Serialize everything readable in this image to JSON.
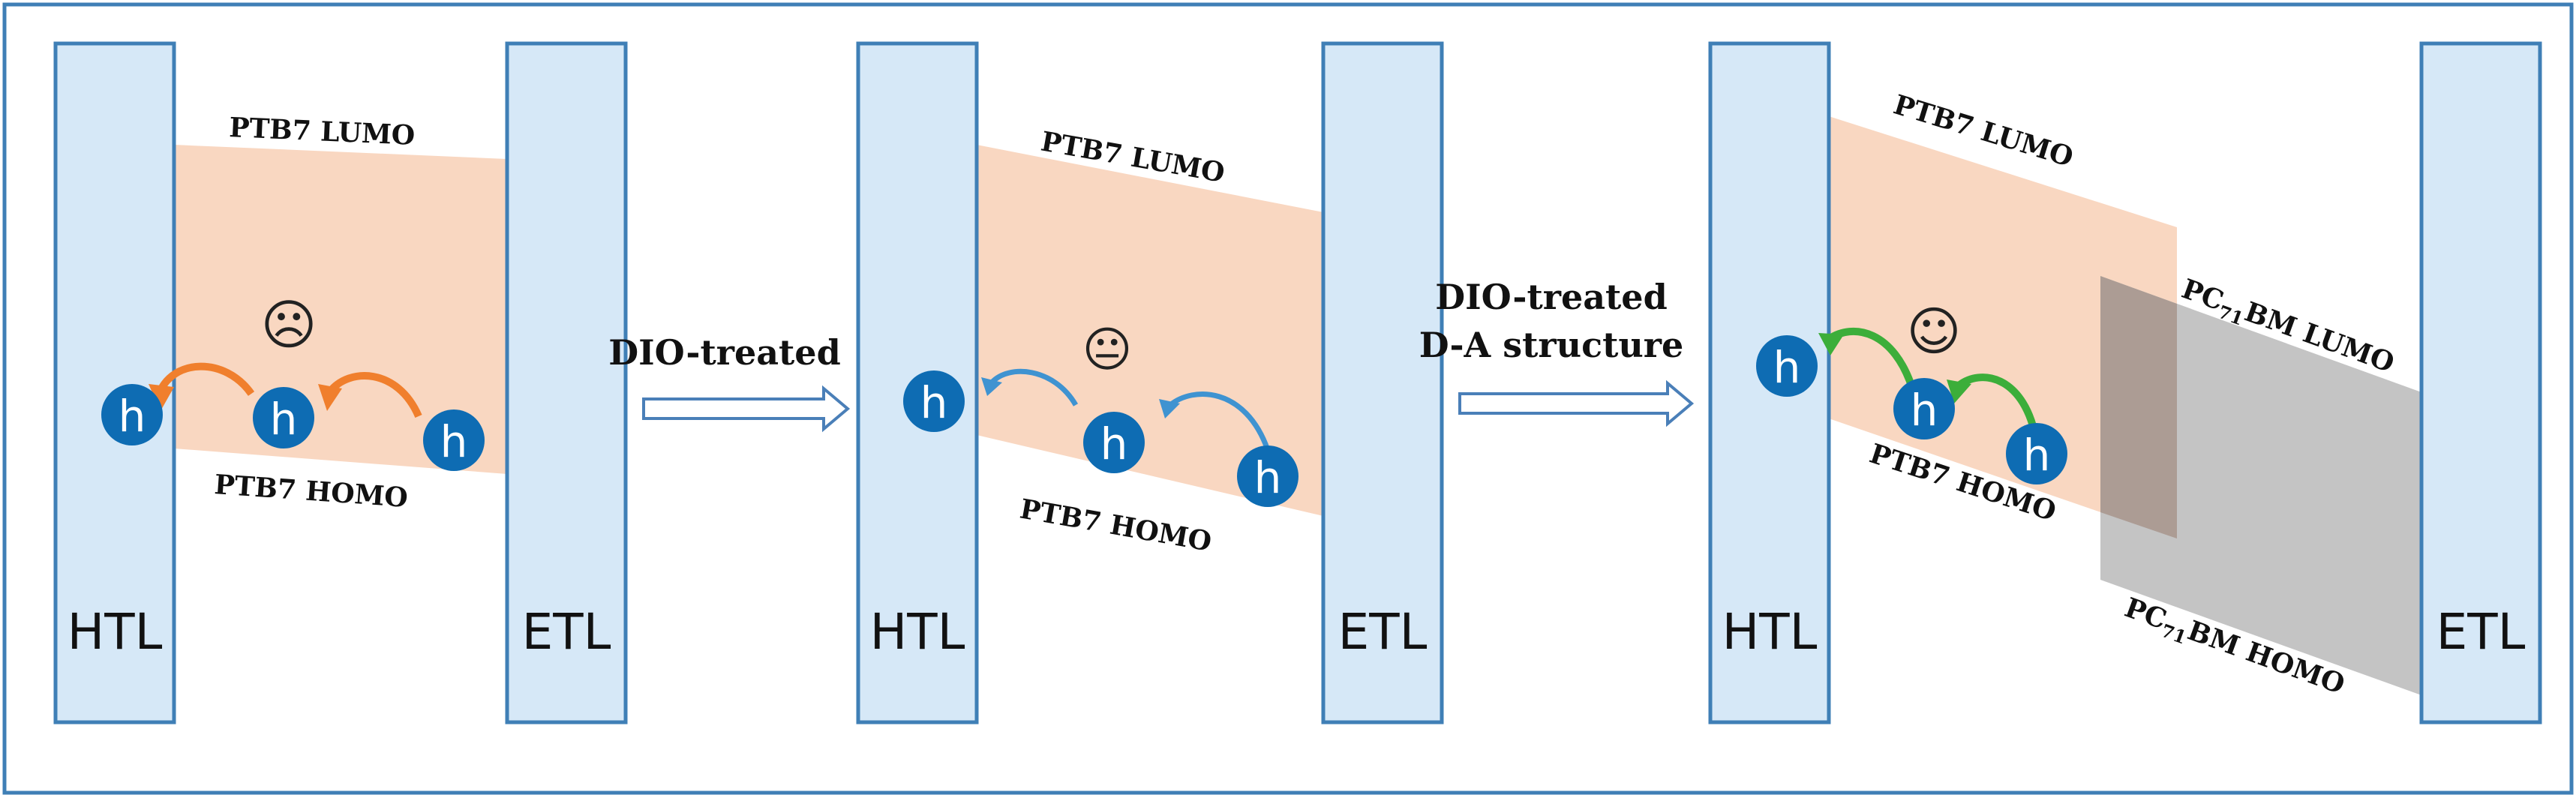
{
  "colors": {
    "frame": "#3f7fb6",
    "electrode_fill": "#d6e8f7",
    "electrode_stroke": "#3f7fb6",
    "ptb7_band": "#f9d7c1",
    "pcbm_band": "#c4c4c4",
    "hole_fill": "#0e6cb3",
    "arrow_panel1": "#f07f2d",
    "arrow_panel2": "#3f93d1",
    "arrow_panel3": "#3cae3a",
    "process_arrow": "#4a7fb8"
  },
  "panels": [
    {
      "htl_label": "HTL",
      "etl_label": "ETL",
      "lumo_label": "PTB7 LUMO",
      "homo_label": "PTB7 HOMO",
      "face": "☹",
      "hole_label": "h"
    },
    {
      "htl_label": "HTL",
      "etl_label": "ETL",
      "lumo_label": "PTB7 LUMO",
      "homo_label": "PTB7 HOMO",
      "face": "😐",
      "hole_label": "h"
    },
    {
      "htl_label": "HTL",
      "etl_label": "ETL",
      "lumo_label": "PTB7 LUMO",
      "homo_label": "PTB7 HOMO",
      "face": "☺",
      "hole_label": "h",
      "pcbm_lumo_prefix": "PC",
      "pcbm_lumo_sub": "71",
      "pcbm_lumo_suffix": "BM LUMO",
      "pcbm_homo_prefix": "PC",
      "pcbm_homo_sub": "71",
      "pcbm_homo_suffix": "BM HOMO"
    }
  ],
  "transitions": [
    {
      "lines": [
        "DIO-treated"
      ]
    },
    {
      "lines": [
        "DIO-treated",
        "D-A structure"
      ]
    }
  ]
}
